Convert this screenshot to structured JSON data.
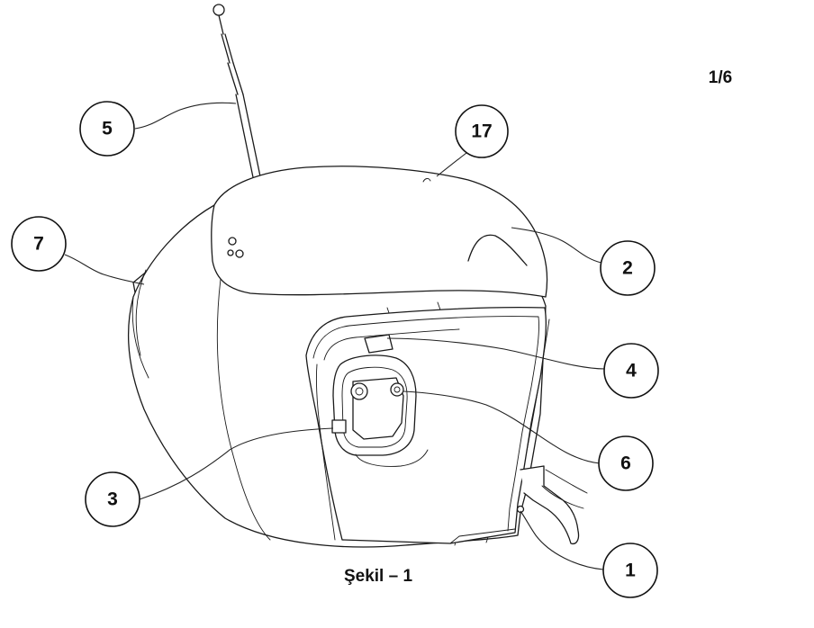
{
  "page_number": "1/6",
  "figure_caption": "Şekil – 1",
  "callouts": [
    {
      "label": "5"
    },
    {
      "label": "17"
    },
    {
      "label": "7"
    },
    {
      "label": "2"
    },
    {
      "label": "4"
    },
    {
      "label": "6"
    },
    {
      "label": "3"
    },
    {
      "label": "1"
    }
  ]
}
